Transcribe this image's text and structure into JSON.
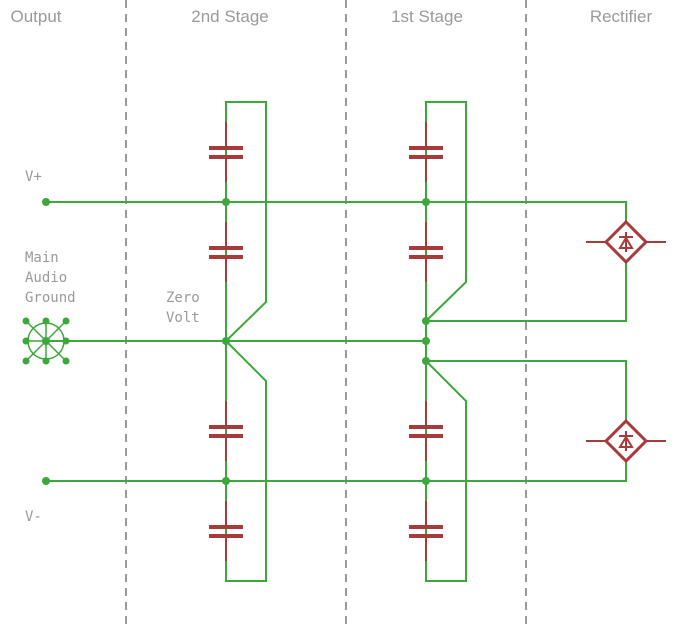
{
  "headers": {
    "output": "Output",
    "stage2": "2nd Stage",
    "stage1": "1st Stage",
    "rectifier": "Rectifier"
  },
  "labels": {
    "vplus": "V+",
    "vminus": "V-",
    "ground_line1": "Main",
    "ground_line2": "Audio",
    "ground_line3": "Ground",
    "zero_line1": "Zero",
    "zero_line2": "Volt"
  },
  "colors": {
    "wire": "#3aa83a",
    "component": "#a83a3a",
    "text": "#9a9a9a"
  }
}
